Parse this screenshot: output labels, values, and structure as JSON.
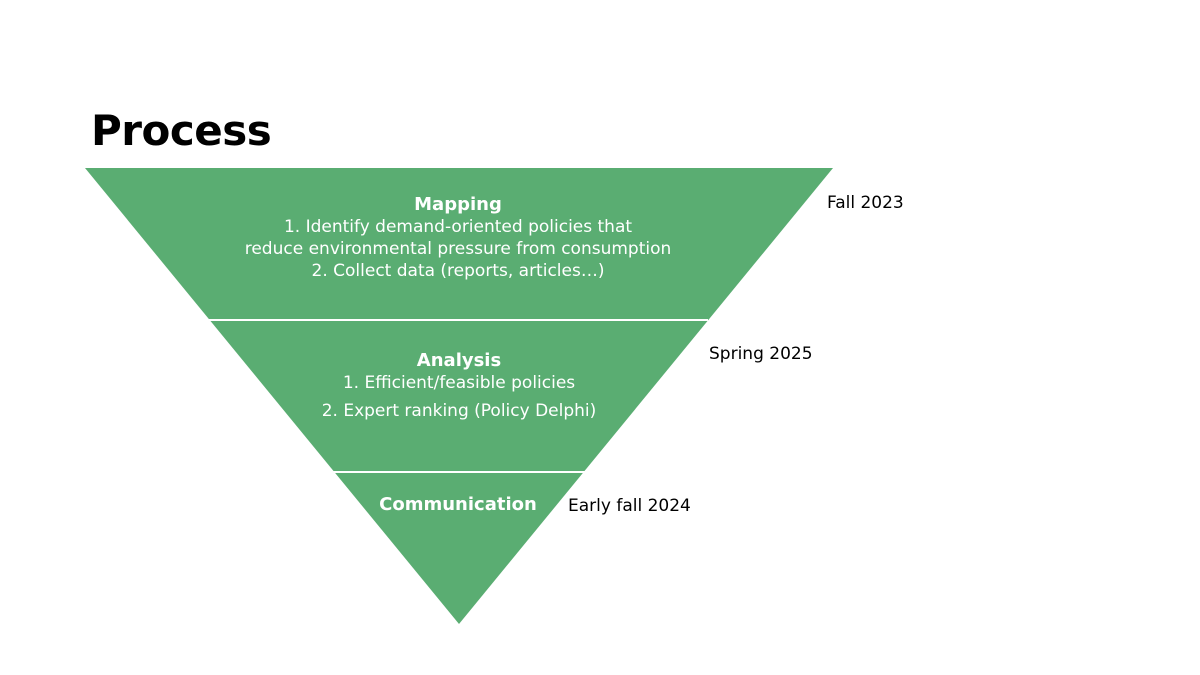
{
  "slide": {
    "title": "Process"
  },
  "colors": {
    "funnel_fill": "#5aad72",
    "divider": "#ffffff",
    "text_on_funnel": "#ffffff",
    "text": "#000000",
    "background": "#ffffff"
  },
  "stages": {
    "mapping": {
      "heading": "Mapping",
      "lines": [
        "1. Identify demand-oriented policies that",
        "reduce environmental pressure from consumption",
        "2. Collect data (reports, articles…)"
      ],
      "date": "Fall 2023"
    },
    "analysis": {
      "heading": "Analysis",
      "lines": [
        "1. Efficient/feasible policies",
        "2. Expert ranking (Policy Delphi)"
      ],
      "date": "Spring 2025"
    },
    "communication": {
      "heading": "Communication",
      "date": "Early fall 2024"
    }
  }
}
